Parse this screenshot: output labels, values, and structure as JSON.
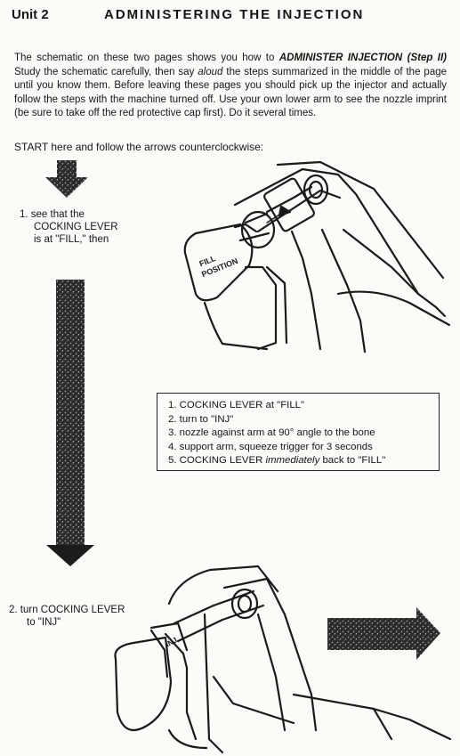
{
  "header": {
    "unit": "Unit 2",
    "title": "ADMINISTERING THE INJECTION"
  },
  "intro": {
    "p1": "The schematic on these two pages shows you how to",
    "p1_bold": "ADMINISTER INJECTION",
    "p2_step": "(Step II)",
    "p3": "Study the schematic carefully, then say",
    "p3_italic": "aloud",
    "p4": "the steps summarized in the middle of the page until you know them. Before leaving these pages you should pick up the injector and actually follow the steps with the machine turned off. Use your own lower arm to see the nozzle imprint (be sure to take off the red protective cap first). Do it several times."
  },
  "start_text": "START here and follow the arrows counterclockwise:",
  "step1": {
    "line1": "1. see that the",
    "line2": "COCKING LEVER",
    "line3": "is at \"FILL,\" then"
  },
  "fill_label": {
    "line1": "FILL",
    "line2": "POSITION"
  },
  "summary": {
    "items": [
      "1. COCKING LEVER at \"FILL\"",
      "2. turn to \"INJ\"",
      "3. nozzle against arm at 90° angle to the bone",
      "4. support arm, squeeze trigger for 3 seconds"
    ],
    "item5_pre": "5. COCKING LEVER",
    "item5_italic": "immediately",
    "item5_post": "back to \"FILL\""
  },
  "step2": {
    "line1": "2. turn COCKING LEVER",
    "line2": "to \"INJ\""
  },
  "inj_label": "INJ",
  "icons": {
    "start_arrow": "down-arrow-icon",
    "long_arrow": "long-down-arrow-icon",
    "next_arrow": "right-arrow-icon",
    "injector_fill": "injector-fill-illustration",
    "injector_inj": "injector-inj-illustration"
  }
}
